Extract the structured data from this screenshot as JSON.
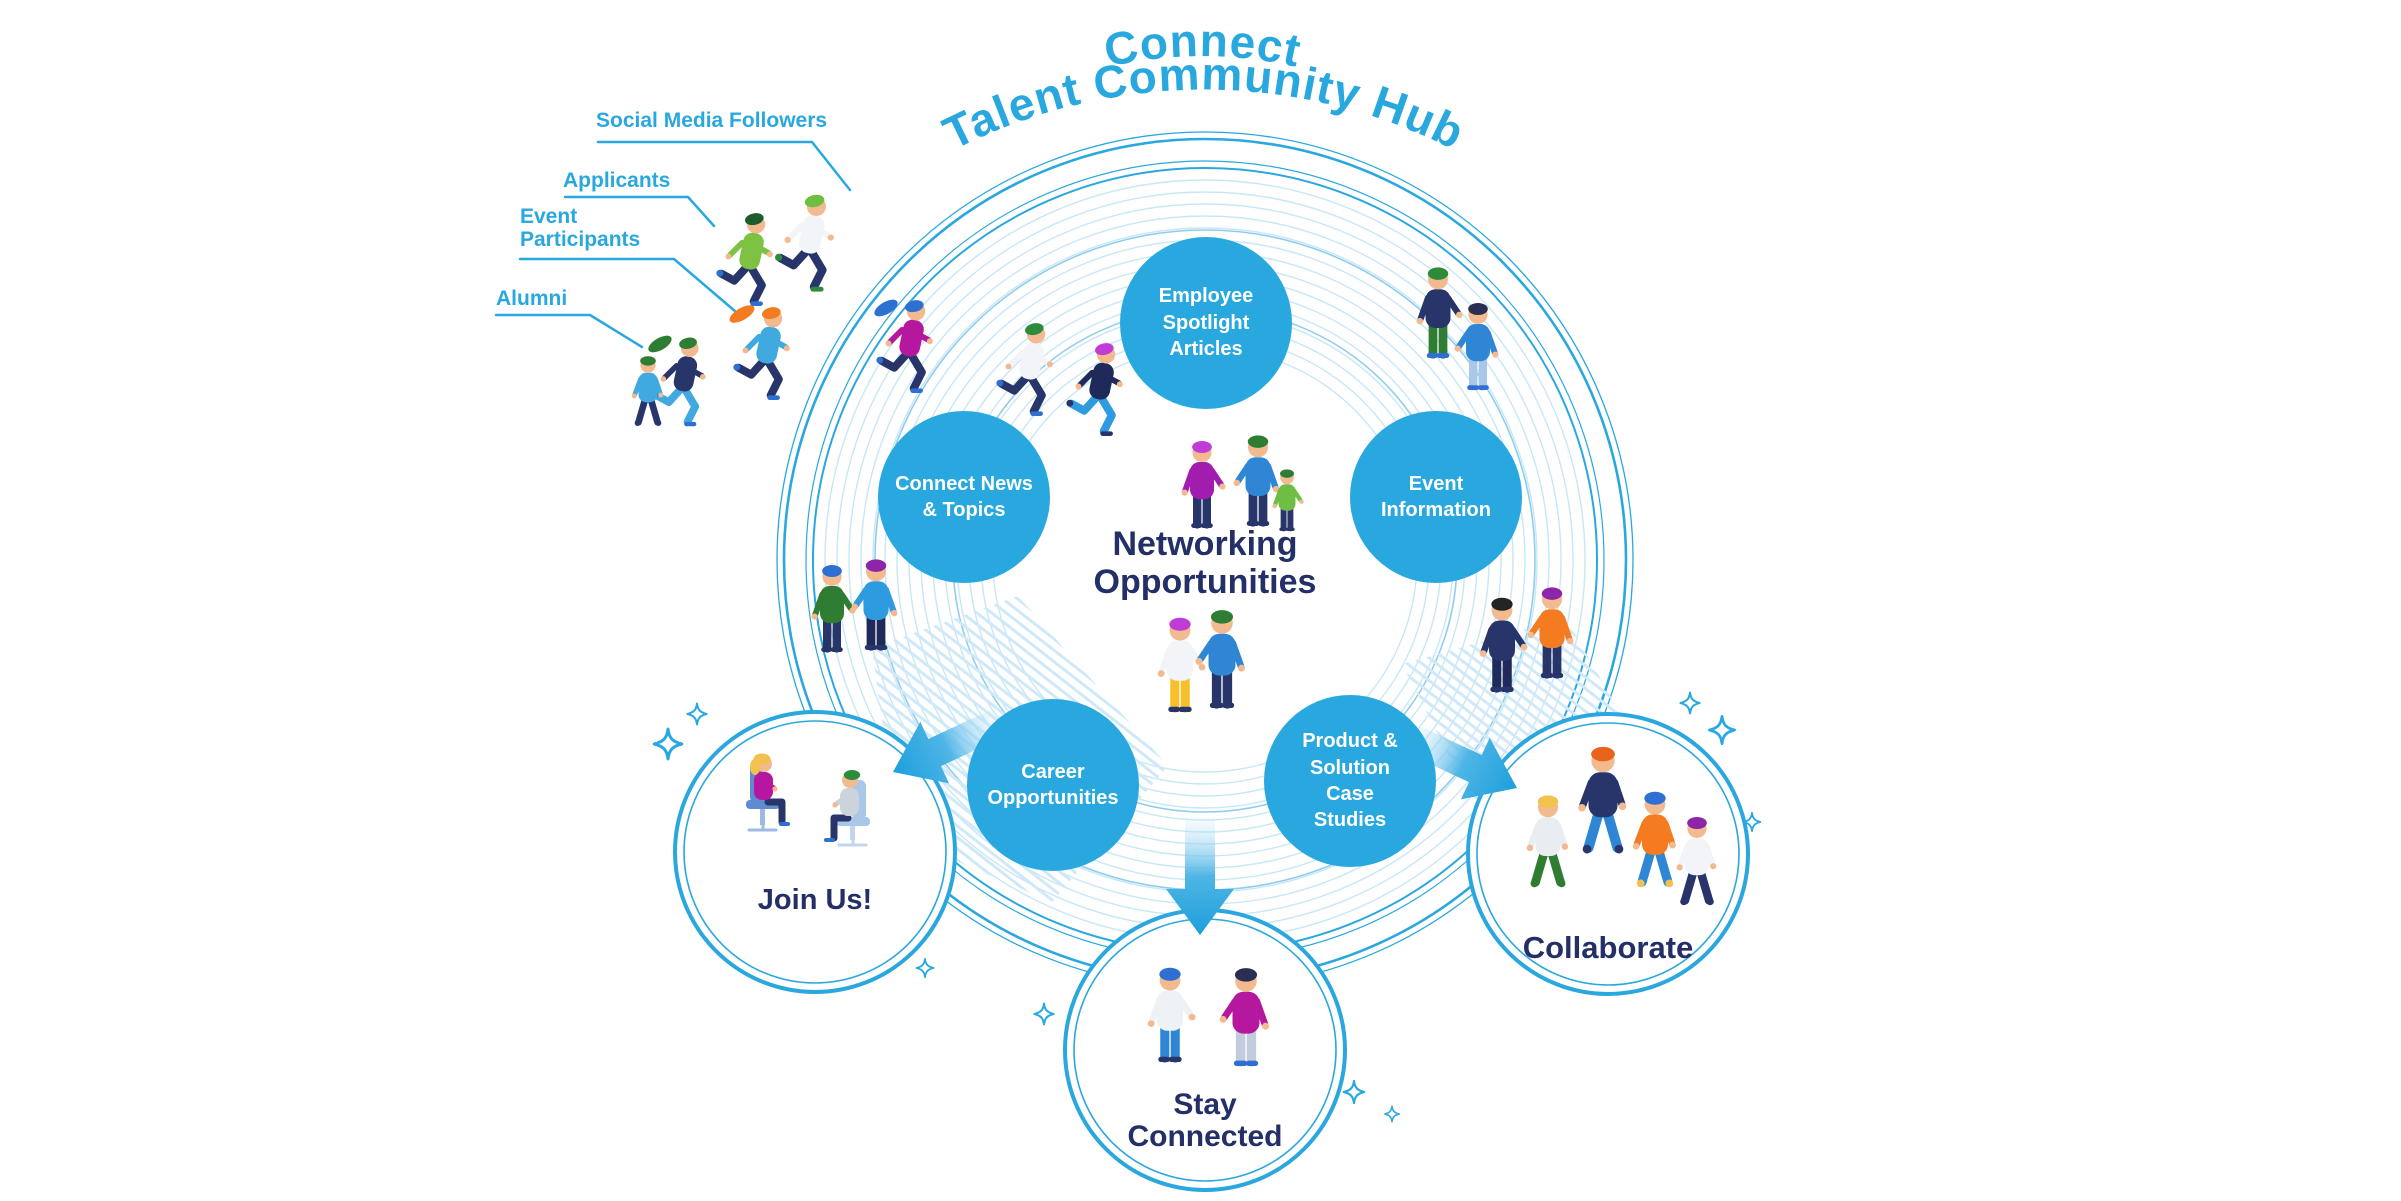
{
  "title": {
    "word": "Connect",
    "tagline": "Talent Community Hub"
  },
  "audiences": {
    "items": [
      {
        "label": "Social Media Followers"
      },
      {
        "label": "Applicants"
      },
      {
        "label": "Event Participants"
      },
      {
        "label": "Alumni"
      }
    ]
  },
  "hub": {
    "center_line1": "Networking",
    "center_line2": "Opportunities",
    "nodes": [
      {
        "label": "Employee Spotlight Articles"
      },
      {
        "label": "Connect News & Topics"
      },
      {
        "label": "Event Information"
      },
      {
        "label": "Career Opportunities"
      },
      {
        "label": "Product & Solution Case Studies"
      }
    ]
  },
  "outcomes": {
    "items": [
      {
        "label": "Join Us!"
      },
      {
        "label": "Stay Connected"
      },
      {
        "label": "Collaborate"
      }
    ]
  },
  "decor": {
    "sparkle_icon": "four-point-sparkle",
    "arrow_icon": "block-arrow"
  },
  "colors": {
    "primary_blue": "#29A8E0",
    "ring_strong": "#2AA7DF",
    "ring_faint": "#C8E7F6",
    "navy_text": "#232F66",
    "background": "#FFFFFF"
  }
}
